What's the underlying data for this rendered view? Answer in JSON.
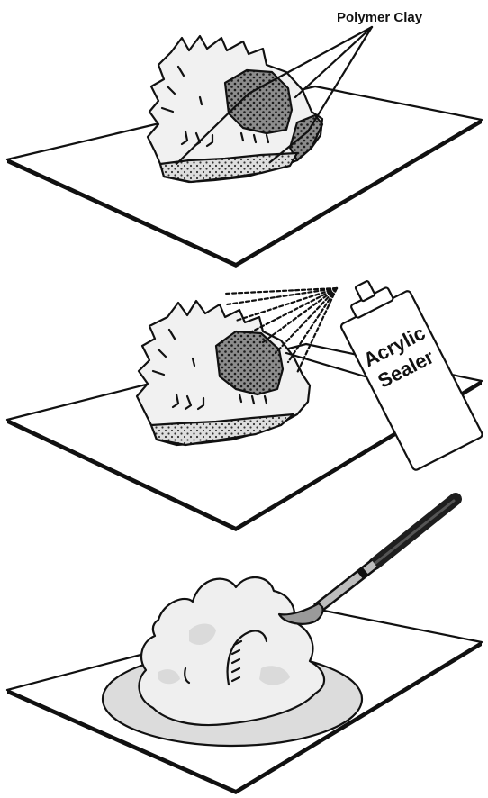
{
  "labels": {
    "polymer_clay": "Polymer Clay",
    "can_line1": "Acrylic",
    "can_line2": "Sealer"
  },
  "colors": {
    "ink": "#111111",
    "board": "#ffffff",
    "shell": "#f1f1f1",
    "clay": "#8c8c8c",
    "coating": "#dcdcdc",
    "brush_handle": "#1e1e1e",
    "ferrule": "#bdbdbd"
  },
  "steps": [
    {
      "name": "apply-polymer-clay",
      "icon": "conch-shell-icon"
    },
    {
      "name": "spray-acrylic-sealer",
      "icon": "spray-can-icon"
    },
    {
      "name": "brush-coating",
      "icon": "paintbrush-icon"
    }
  ]
}
